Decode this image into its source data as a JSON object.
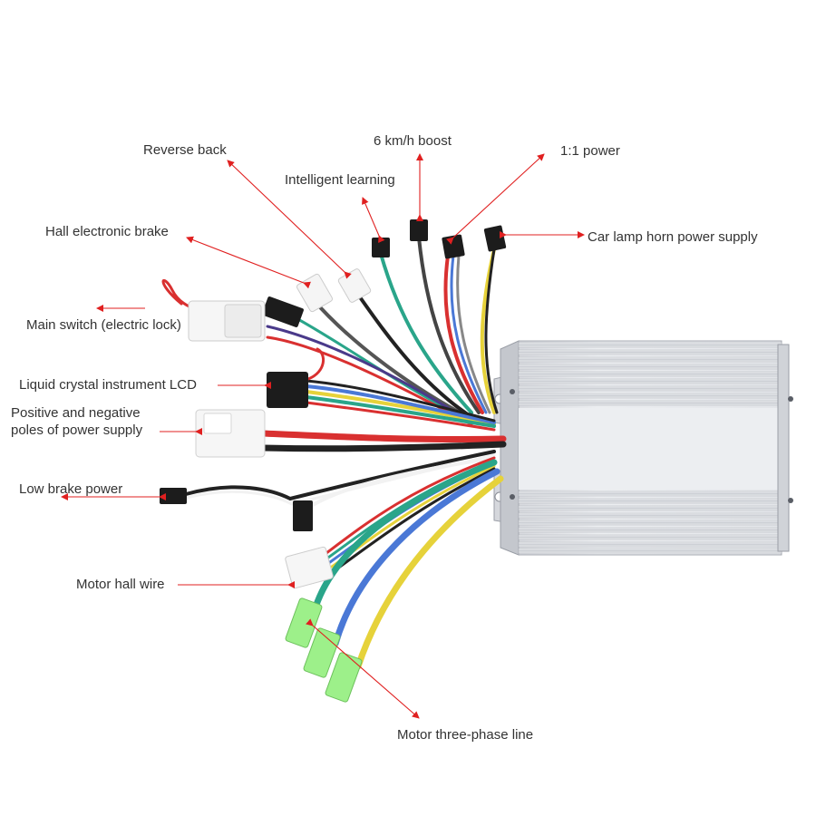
{
  "labels": {
    "reverse_back": "Reverse back",
    "boost": "6 km/h boost",
    "power_1_1": "1:1 power",
    "intelligent_learning": "Intelligent learning",
    "hall_brake": "Hall electronic brake",
    "lamp_horn": "Car lamp horn power supply",
    "main_switch": "Main switch (electric lock)",
    "lcd": "Liquid crystal instrument LCD",
    "power_poles": "Positive and negative poles of power supply",
    "low_brake": "Low brake power",
    "motor_hall": "Motor hall wire",
    "three_phase": "Motor three-phase line"
  },
  "colors": {
    "arrow": "#e02020",
    "housing": "#e4e5e8",
    "wire_red": "#d93030",
    "wire_black": "#222222",
    "wire_green": "#2aa58a",
    "wire_blue": "#4a78d6",
    "wire_yellow": "#e6d23a",
    "wire_white": "#f2f2f2",
    "phase_terminal": "#9df08a"
  }
}
